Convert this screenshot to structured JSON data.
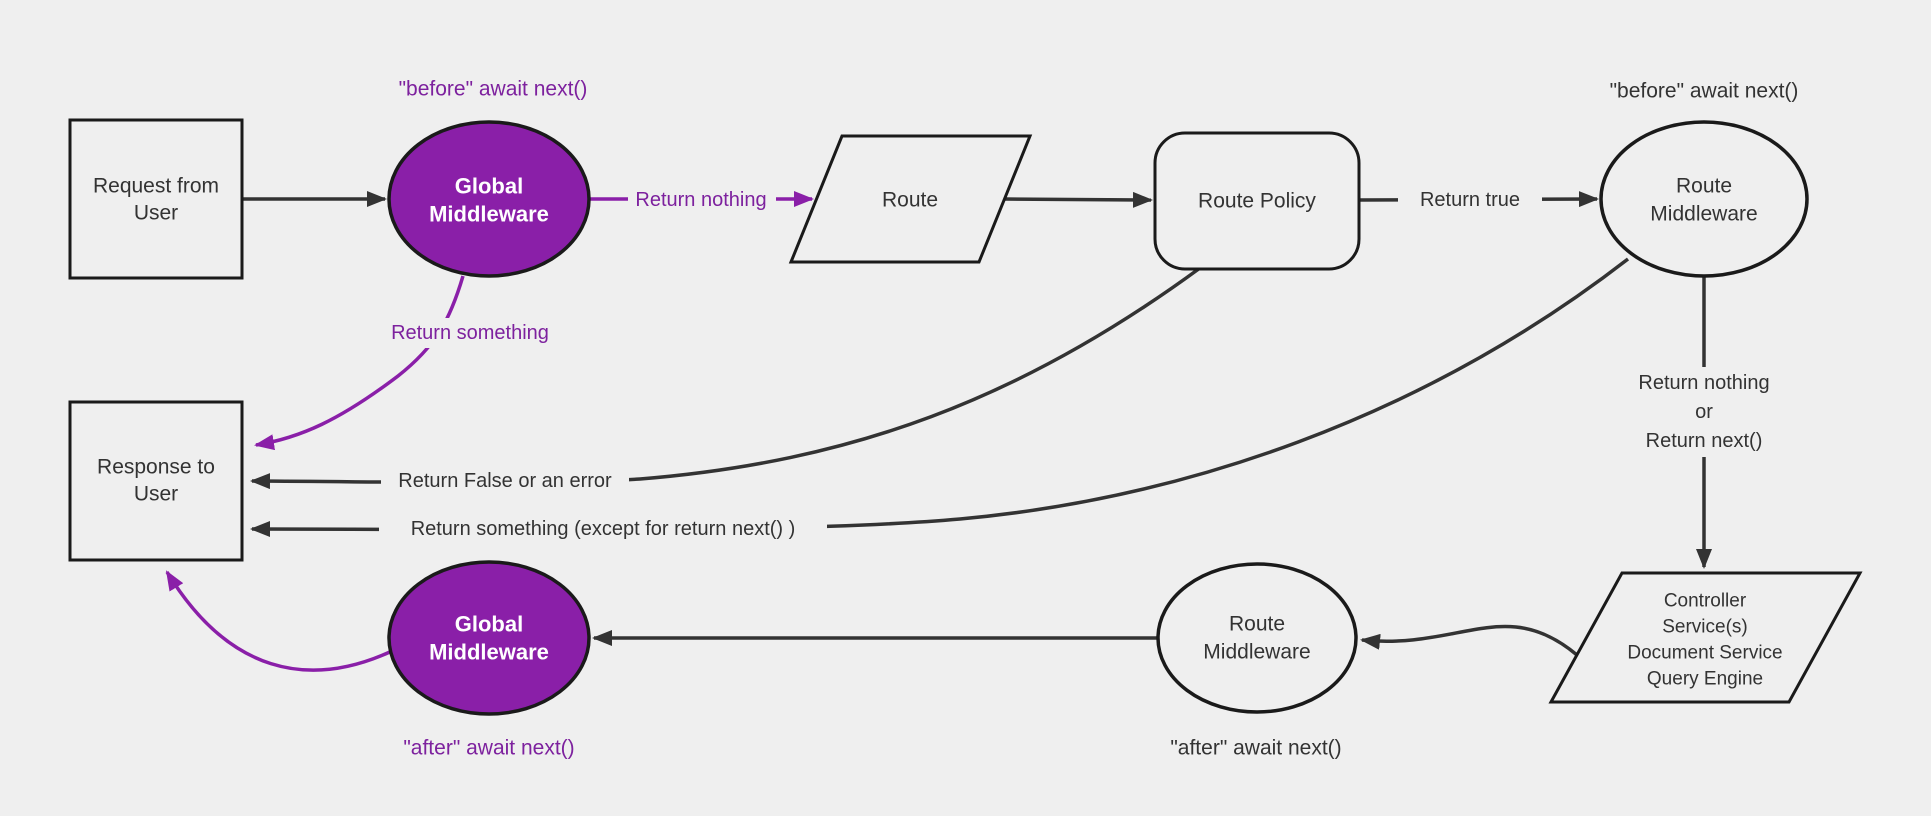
{
  "diagram": {
    "nodes": {
      "request": {
        "lines": [
          "Request from",
          "User"
        ]
      },
      "global_middleware_top": {
        "lines": [
          "Global",
          "Middleware"
        ]
      },
      "route": {
        "label": "Route"
      },
      "route_policy": {
        "label": "Route Policy"
      },
      "route_middleware_top": {
        "lines": [
          "Route",
          "Middleware"
        ]
      },
      "controller": {
        "lines": [
          "Controller",
          "Service(s)",
          "Document Service",
          "Query Engine"
        ]
      },
      "route_middleware_bottom": {
        "lines": [
          "Route",
          "Middleware"
        ]
      },
      "global_middleware_bottom": {
        "lines": [
          "Global",
          "Middleware"
        ]
      },
      "response": {
        "lines": [
          "Response to",
          "User"
        ]
      }
    },
    "edge_labels": {
      "before_await_next_global": "\"before\" await next()",
      "return_nothing": "Return nothing",
      "return_true": "Return true",
      "before_await_next_route": "\"before\" await next()",
      "return_nothing_or": {
        "lines": [
          "Return nothing",
          "or",
          "Return next()"
        ]
      },
      "return_false_or_error": "Return False or an error",
      "return_something_except": "Return something (except for return next() )",
      "return_something": "Return something",
      "after_await_next_route": "\"after\" await next()",
      "after_await_next_global": "\"after\" await next()"
    },
    "colors": {
      "background": "#efefef",
      "purple_fill": "#8a1fa8",
      "purple_text": "#7d219e",
      "edge": "#333333",
      "node_border": "#1a1a1a",
      "node_text": "#333333",
      "text_on_purple": "#ffffff"
    }
  }
}
